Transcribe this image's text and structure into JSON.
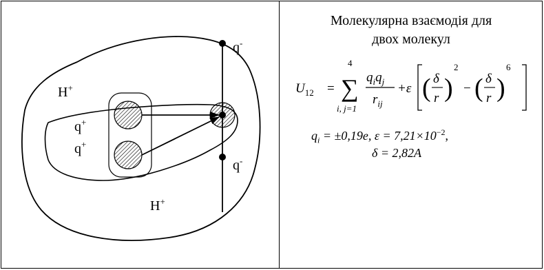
{
  "diagram": {
    "labels": {
      "h_plus_top": "H",
      "h_plus_top_sup": "+",
      "h_plus_bottom": "H",
      "h_plus_bottom_sup": "+",
      "q_plus_1": "q",
      "q_plus_1_sup": "+",
      "q_plus_2": "q",
      "q_plus_2_sup": "+",
      "q_minus_top": "q",
      "q_minus_top_sup": "-",
      "q_minus_bottom": "q",
      "q_minus_bottom_sup": "-"
    }
  },
  "text_panel": {
    "title_line1": "Молекулярна взаємодія для",
    "title_line2": "двох молекул",
    "formula_main": {
      "U": "U",
      "U_sub": "12",
      "eq": "=",
      "sum_top": "4",
      "sum_symbol": "∑",
      "sum_bottom": "i, j=1",
      "num": "q",
      "num_i": "i",
      "num2": "q",
      "num_j": "j",
      "den": "r",
      "den_sub": "ij",
      "plus_eps": "+ε",
      "delta": "δ",
      "r": "r",
      "exp2": "2",
      "exp6": "6",
      "minus": "−"
    },
    "formula_params_line1": "q",
    "formula_params_line1_sub": "i",
    "formula_params_line1_rest": " = ±0,19e, ε = 7,21×10",
    "formula_params_line1_exp": "−2",
    "formula_params_line1_end": ",",
    "formula_params_line2": "δ = 2,82A"
  }
}
